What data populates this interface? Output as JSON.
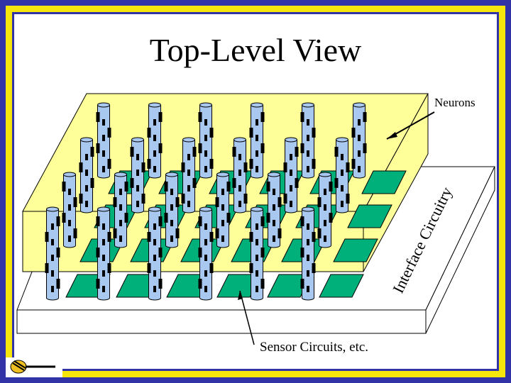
{
  "slide": {
    "title": "Top-Level View"
  },
  "diagram": {
    "labels": {
      "neurons": "Neurons",
      "interface": "Interface Circuitry",
      "sensor": "Sensor Circuits, etc."
    }
  },
  "colors": {
    "frame_blue": "#3333a8",
    "frame_yellow": "#f6e60c",
    "neuron_layer": "#ffff99",
    "sensor_pad": "#00b07a",
    "pillar": "#a8c8f0",
    "base": "#ffffff"
  },
  "icons": {
    "logo": "hornet-logo-icon"
  }
}
